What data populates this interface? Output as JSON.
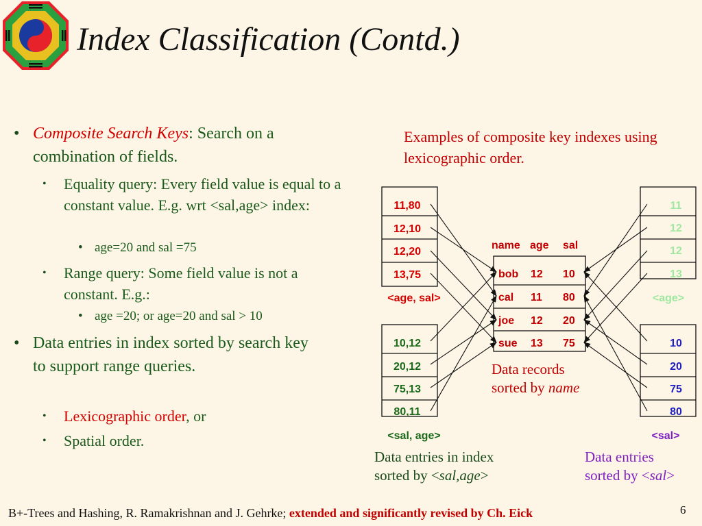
{
  "title": "Index Classification (Contd.)",
  "bullets": {
    "b1_term": "Composite Search Keys",
    "b1_text": ": Search on a combination of fields.",
    "b1_1": "Equality query: Every field value is equal to a constant value. E.g. wrt <sal,age> index:",
    "b1_1_1": "age=20 and sal =75",
    "b1_2": "Range query: Some field value is not a constant. E.g.:",
    "b1_2_1": "age =20; or age=20 and sal > 10",
    "b2": "Data entries in index sorted by search key to support range queries.",
    "b2_1_term": "Lexicographic order",
    "b2_1_rest": ", or",
    "b2_2": "Spatial order."
  },
  "diagram": {
    "caption": "Examples of composite key indexes using lexicographic order.",
    "age_sal_entries": [
      "11,80",
      "12,10",
      "12,20",
      "13,75"
    ],
    "age_sal_label": "<age, sal>",
    "sal_age_entries": [
      "10,12",
      "20,12",
      "75,13",
      "80,11"
    ],
    "sal_age_label": "<sal, age>",
    "age_entries": [
      "11",
      "12",
      "12",
      "13"
    ],
    "age_label": "<age>",
    "sal_entries": [
      "10",
      "20",
      "75",
      "80"
    ],
    "sal_label": "<sal>",
    "record_headers": [
      "name",
      "age",
      "sal"
    ],
    "records": [
      [
        "bob",
        "12",
        "10"
      ],
      [
        "cal",
        "11",
        "80"
      ],
      [
        "joe",
        "12",
        "20"
      ],
      [
        "sue",
        "13",
        "75"
      ]
    ],
    "records_caption_1": "Data records",
    "records_caption_2": "sorted by ",
    "records_caption_key": "name",
    "index_caption_1": "Data entries in index",
    "index_caption_2": "sorted by <",
    "index_caption_key": "sal,age",
    "index_caption_3": ">",
    "sal_caption_1": "Data entries",
    "sal_caption_2": "sorted by <",
    "sal_caption_key": "sal",
    "sal_caption_3": ">"
  },
  "footer": {
    "text": "B+-Trees and Hashing, R. Ramakrishnan and J. Gehrke; ",
    "emphasis": "extended and significantly revised by Ch. Eick",
    "page": "6"
  },
  "colors": {
    "red": "#d40000",
    "green": "#1a5a1a",
    "blue": "#2020c0",
    "purple": "#8020c0",
    "light_green": "#a0e8a0"
  }
}
